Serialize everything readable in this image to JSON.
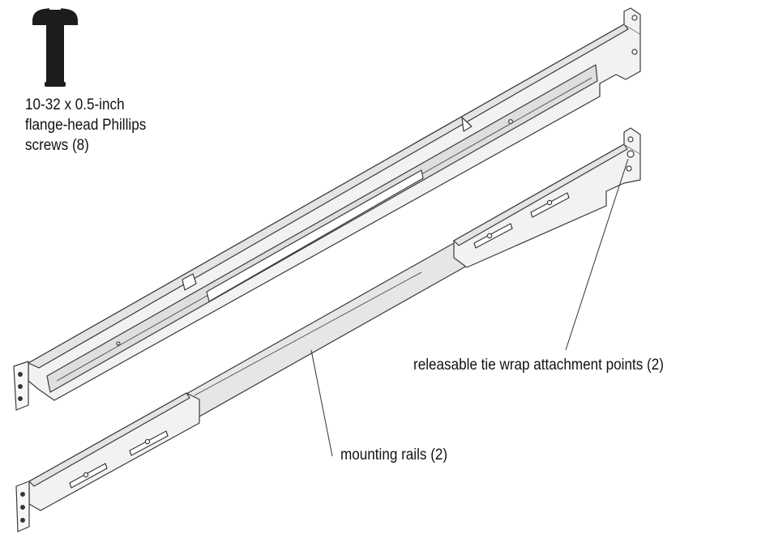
{
  "screw_label": {
    "line1": "10-32 x 0.5-inch",
    "line2": "flange-head Phillips",
    "line3": "screws (8)"
  },
  "tie_wrap_label": "releasable tie wrap attachment points (2)",
  "rails_label": "mounting rails (2)",
  "colors": {
    "screw": "#1c1c1c",
    "rail_fill": "#f2f2f2",
    "rail_inner": "#dedede",
    "rail_stroke": "#3a3a3a",
    "leader_line": "#333333"
  },
  "icons": [
    "screw-icon"
  ]
}
